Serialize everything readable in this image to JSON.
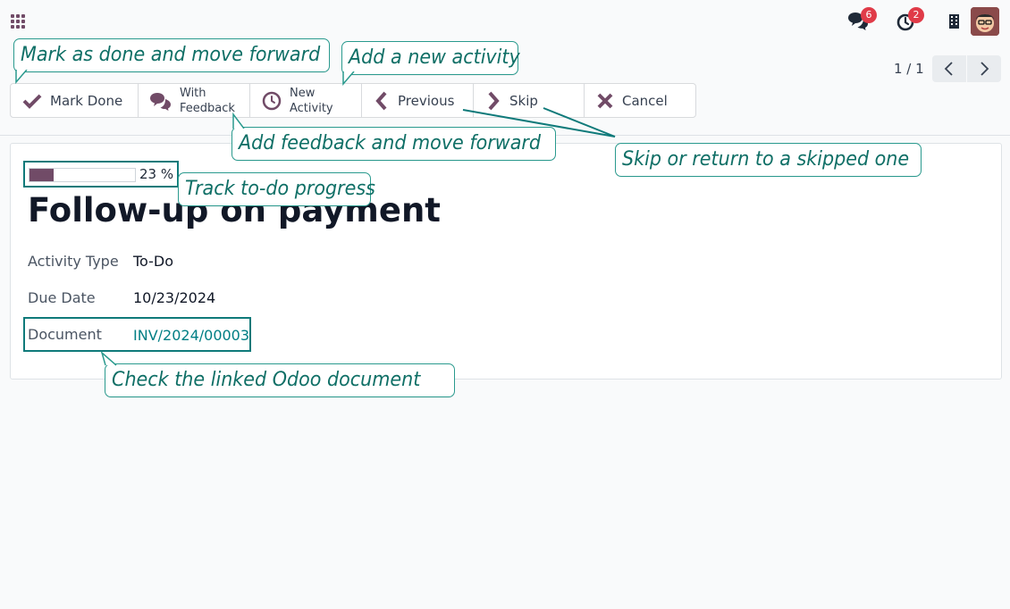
{
  "navbar": {
    "apps_icon": "apps-grid-icon",
    "chat_badge": "6",
    "activity_badge": "2",
    "company_icon": "building-icon",
    "avatar_icon": "user-avatar"
  },
  "pager": {
    "text": "1 / 1"
  },
  "toolbar": {
    "mark_done": "Mark Done",
    "with_feedback_1": "With",
    "with_feedback_2": "Feedback",
    "new_activity_1": "New",
    "new_activity_2": "Activity",
    "previous": "Previous",
    "skip": "Skip",
    "cancel": "Cancel"
  },
  "form": {
    "progress_value": 23,
    "progress_text": "23 %",
    "title": "Follow-up on payment",
    "activity_type_label": "Activity Type",
    "activity_type_value": "To-Do",
    "due_date_label": "Due Date",
    "due_date_value": "10/23/2024",
    "document_label": "Document",
    "document_value": "INV/2024/00003"
  },
  "callouts": {
    "mark_done": "Mark as done and move forward",
    "new_activity": "Add a new activity",
    "feedback": "Add feedback and move forward",
    "skip": "Skip or return to a skipped one",
    "progress": "Track to-do progress",
    "document": "Check the linked Odoo document"
  },
  "colors": {
    "brand": "#714b67",
    "callout": "#0f6f66",
    "link": "#017e84",
    "badge": "#e03b48"
  }
}
